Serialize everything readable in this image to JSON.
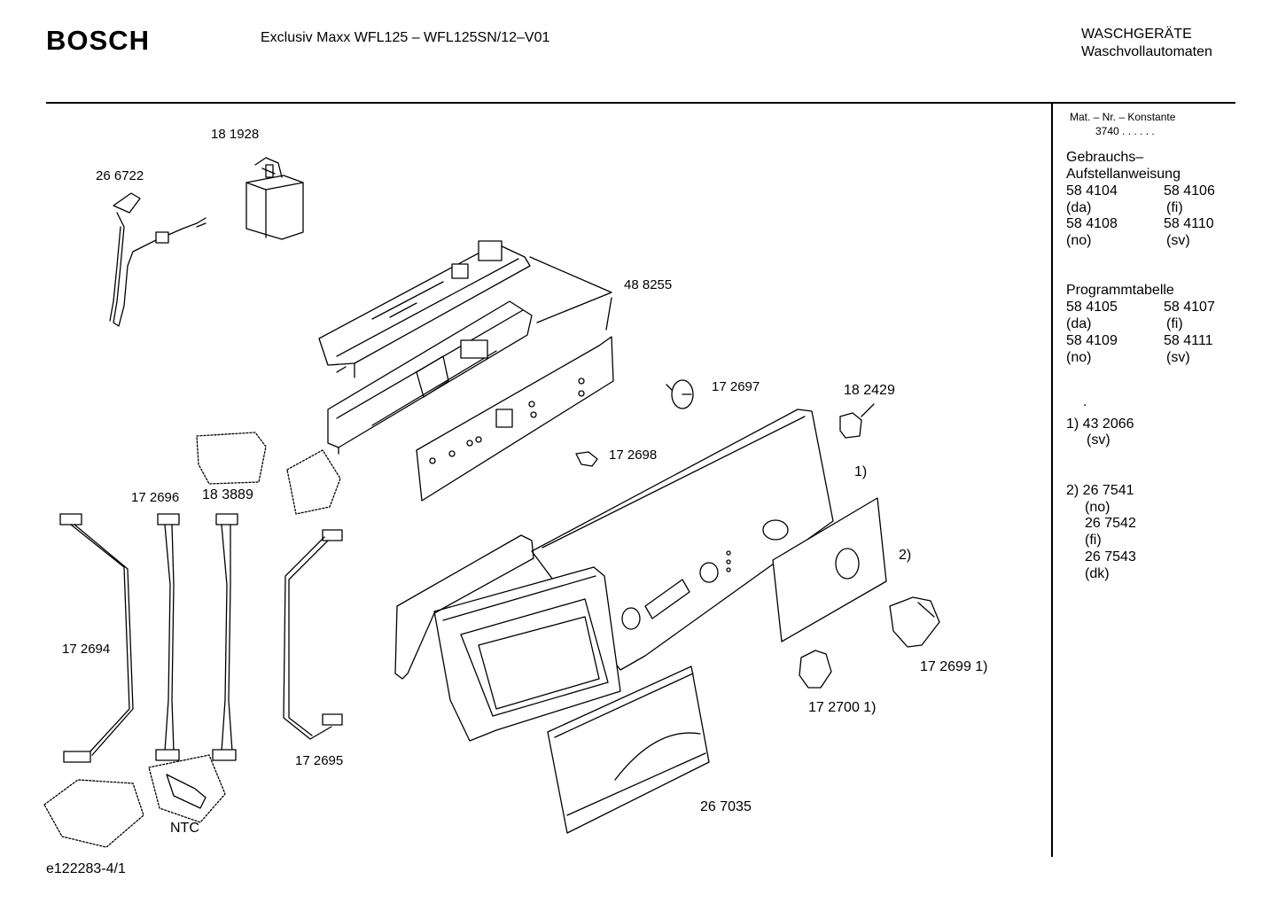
{
  "header": {
    "brand": "BOSCH",
    "model": "Exclusiv Maxx WFL125 – WFL125SN/12–V01",
    "category_line1": "WASCHGERÄTE",
    "category_line2": "Waschvollautomaten"
  },
  "parts": {
    "p266722": "26 6722",
    "p181928": "18 1928",
    "p488255": "48 8255",
    "p172697": "17 2697",
    "p182429": "18 2429",
    "p172698": "17 2698",
    "p172696": "17 2696",
    "p183889": "18 3889",
    "note1": "1)",
    "note2": "2)",
    "p172694": "17 2694",
    "p1726991": "17 2699 1)",
    "p1727001": "17 2700 1)",
    "p172695": "17 2695",
    "p267035": "26 7035",
    "ntc": "NTC"
  },
  "sidebar": {
    "mat_label": "Mat. – Nr. – Konstante",
    "mat_value": "3740  .  .   .  .  .  .",
    "gebrauch_title1": "Gebrauchs–",
    "gebrauch_title2": "Aufstellanweisung",
    "g1a": "58 4104",
    "g1b": "58 4106",
    "g2a": "(da)",
    "g2b": "(fi)",
    "g3a": "58 4108",
    "g3b": "58 4110",
    "g4a": "(no)",
    "g4b": "(sv)",
    "prog_title": "Programmtabelle",
    "p1a": "58 4105",
    "p1b": "58 4107",
    "p2a": "(da)",
    "p2b": "(fi)",
    "p3a": "58 4109",
    "p3b": "58 4111",
    "p4a": "(no)",
    "p4b": "(sv)",
    "dot": ".",
    "n1a": "1)  43 2066",
    "n1b": "(sv)",
    "n2a": "2) 26 7541",
    "n2b": "(no)",
    "n2c": "26 7542",
    "n2d": "(fi)",
    "n2e": "26 7543",
    "n2f": "(dk)"
  },
  "footer": {
    "doc_id": "e122283-4/1"
  }
}
